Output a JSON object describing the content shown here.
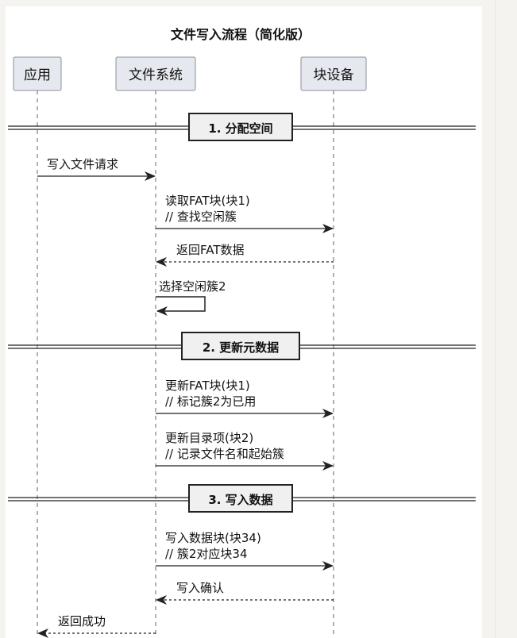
{
  "diagram": {
    "title": "文件写入流程（简化版）",
    "participants": [
      {
        "id": "app",
        "label": "应用"
      },
      {
        "id": "fs",
        "label": "文件系统"
      },
      {
        "id": "blk",
        "label": "块设备"
      }
    ],
    "sections": [
      {
        "label": "1. 分配空间"
      },
      {
        "label": "2. 更新元数据"
      },
      {
        "label": "3. 写入数据"
      }
    ],
    "messages": [
      {
        "from": "app",
        "to": "fs",
        "style": "solid",
        "lines": [
          "写入文件请求"
        ]
      },
      {
        "from": "fs",
        "to": "blk",
        "style": "solid",
        "lines": [
          "读取FAT块(块1)",
          "// 查找空闲簇"
        ]
      },
      {
        "from": "blk",
        "to": "fs",
        "style": "dashed",
        "lines": [
          "返回FAT数据"
        ]
      },
      {
        "from": "fs",
        "to": "fs",
        "style": "self",
        "lines": [
          "选择空闲簇2"
        ]
      },
      {
        "from": "fs",
        "to": "blk",
        "style": "solid",
        "lines": [
          "更新FAT块(块1)",
          "// 标记簇2为已用"
        ]
      },
      {
        "from": "fs",
        "to": "blk",
        "style": "solid",
        "lines": [
          "更新目录项(块2)",
          "// 记录文件名和起始簇"
        ]
      },
      {
        "from": "fs",
        "to": "blk",
        "style": "solid",
        "lines": [
          "写入数据块(块34)",
          "// 簇2对应块34"
        ]
      },
      {
        "from": "blk",
        "to": "fs",
        "style": "dashed",
        "lines": [
          "写入确认"
        ]
      },
      {
        "from": "fs",
        "to": "app",
        "style": "dashed",
        "lines": [
          "返回成功"
        ]
      }
    ]
  }
}
